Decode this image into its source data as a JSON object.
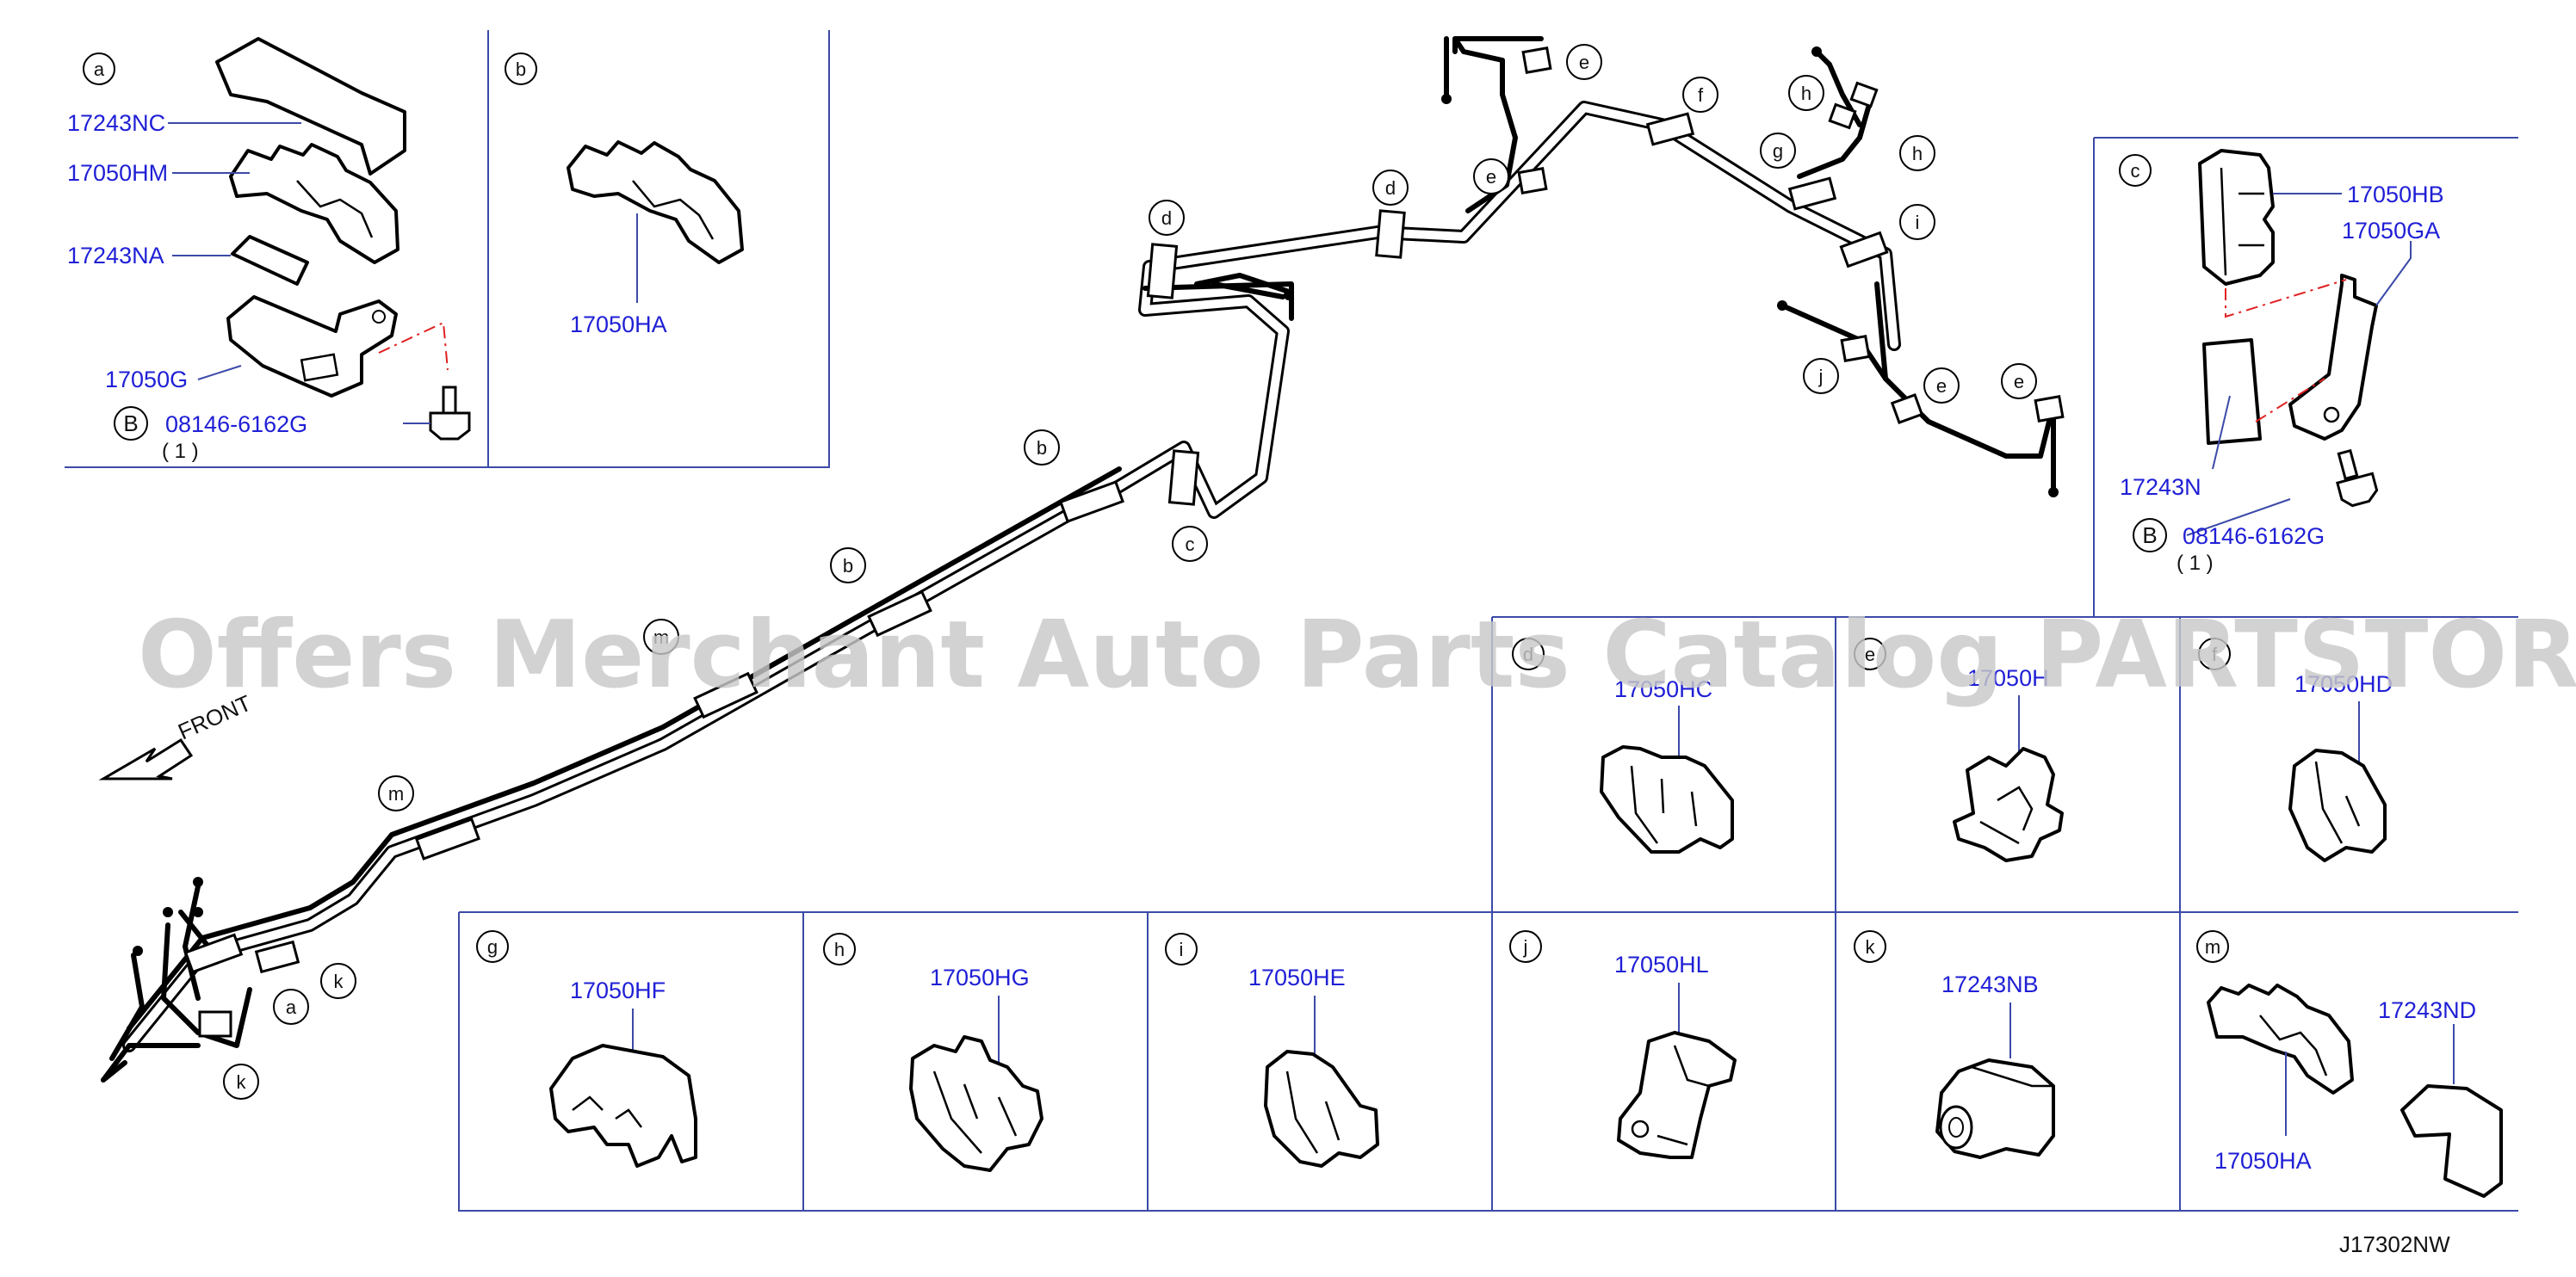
{
  "diagram_code": "J17302NW",
  "watermark": "Offers Merchant Auto Parts Catalog PARTSTORE.SA",
  "front_label": "FRONT",
  "boxes": {
    "a": {
      "letter": "a",
      "parts": [
        "17243NC",
        "17050HM",
        "17243NA",
        "17050G"
      ],
      "bolt": {
        "symbol": "B",
        "part": "08146-6162G",
        "qty": "( 1 )"
      }
    },
    "b": {
      "letter": "b",
      "parts": [
        "17050HA"
      ]
    },
    "c": {
      "letter": "c",
      "parts": [
        "17050HB",
        "17050GA",
        "17243N"
      ],
      "bolt": {
        "symbol": "B",
        "part": "08146-6162G",
        "qty": "( 1 )"
      }
    },
    "d": {
      "letter": "d",
      "part": "17050HC"
    },
    "e": {
      "letter": "e",
      "part": "17050H"
    },
    "f": {
      "letter": "f",
      "part": "17050HD"
    },
    "g": {
      "letter": "g",
      "part": "17050HF"
    },
    "h": {
      "letter": "h",
      "part": "17050HG"
    },
    "i": {
      "letter": "i",
      "part": "17050HE"
    },
    "j": {
      "letter": "j",
      "part": "17050HL"
    },
    "k": {
      "letter": "k",
      "part": "17243NB"
    },
    "m": {
      "letter": "m",
      "parts": [
        "17243ND",
        "17050HA"
      ]
    }
  }
}
